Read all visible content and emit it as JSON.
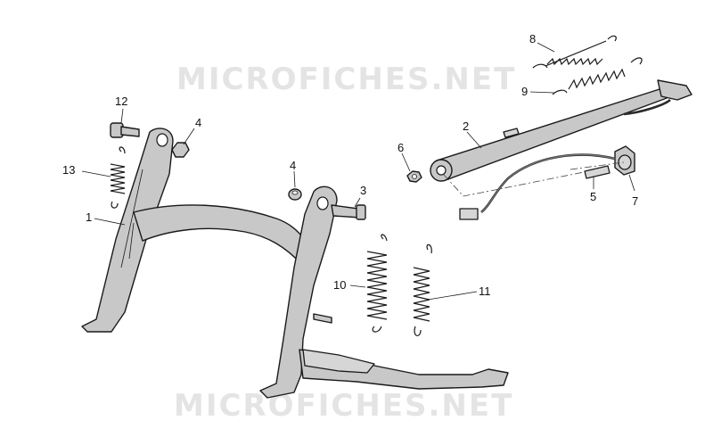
{
  "watermark": {
    "top": "MICROFICHES.NET",
    "bottom": "MICROFICHES.NET"
  },
  "callouts": {
    "p1": "1",
    "p2": "2",
    "p3": "3",
    "p4a": "4",
    "p4b": "4",
    "p5": "5",
    "p6": "6",
    "p7": "7",
    "p8": "8",
    "p9": "9",
    "p10": "10",
    "p11": "11",
    "p12": "12",
    "p13": "13"
  },
  "colors": {
    "part_fill": "#c8c8c8",
    "outline": "#1a1a1a",
    "watermark": "#e4e4e4"
  }
}
